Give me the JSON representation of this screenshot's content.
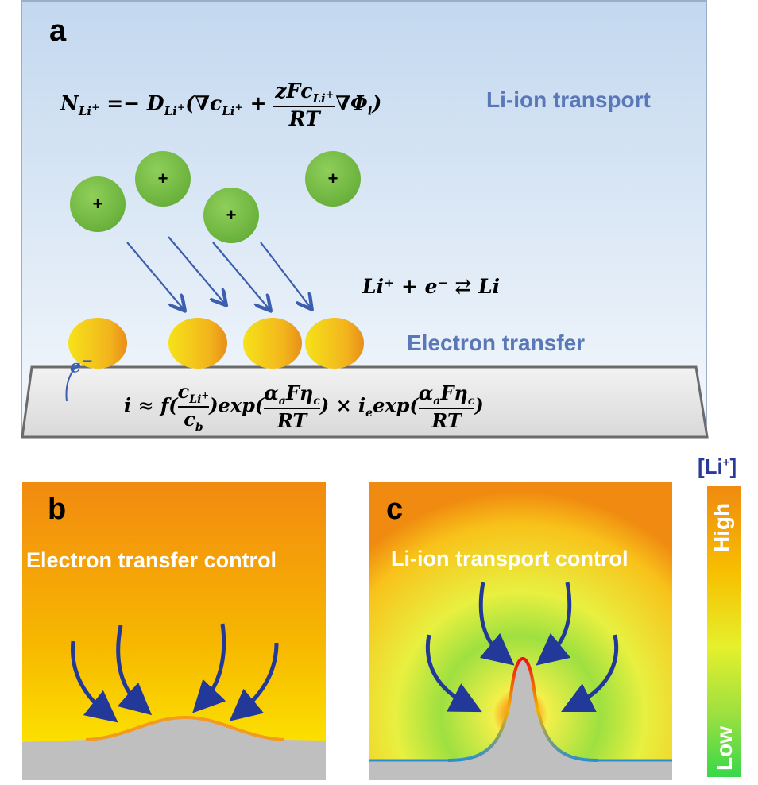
{
  "panel_a": {
    "label": "a",
    "transport_equation": "N_Li⁺ = − D_Li⁺(∇c_Li⁺ + (zFc_Li⁺/RT)∇Φ_l)",
    "transport_title": "Li-ion transport",
    "reaction_equation": "Li⁺ + e⁻ ⇄ Li",
    "electron_title": "Electron transfer",
    "electron_symbol": "e",
    "ion_charge": "+",
    "current_equation": "i ≈ f(c_Li⁺/c_b)exp(α_aFη_c/RT) × i_e exp(α_aFη_c/RT)"
  },
  "panel_b": {
    "label": "b",
    "title": "Electron transfer control"
  },
  "panel_c": {
    "label": "c",
    "title": "Li-ion transport control"
  },
  "legend": {
    "title": "[Li",
    "title_sup": "+",
    "title_end": "]",
    "high": "High",
    "low": "Low"
  },
  "colors": {
    "arrow_blue": "#23399a",
    "ion_green": "#6ab23c",
    "lithium_yellow": "#f2c01c",
    "title_blue": "#5a78b8"
  }
}
